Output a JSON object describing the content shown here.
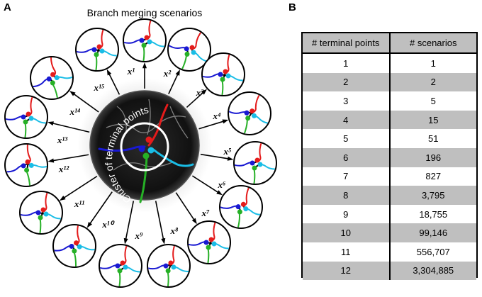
{
  "panel_a": {
    "letter": "A",
    "title": "Branch merging scenarios",
    "center_label": "Cluster of terminal points",
    "arrow_labels": [
      "x¹",
      "x²",
      "x³",
      "x⁴",
      "x⁵",
      "x⁶",
      "x⁷",
      "x⁸",
      "x⁹",
      "x¹⁰",
      "x¹¹",
      "x¹²",
      "x¹³",
      "x¹⁴",
      "x¹⁵"
    ],
    "branch_colors": {
      "red": "#e41b1b",
      "blue": "#1919d2",
      "green": "#26b026",
      "cyan": "#19bde6",
      "merge": "#000000"
    }
  },
  "panel_b": {
    "letter": "B",
    "headers": [
      "# terminal points",
      "# scenarios"
    ],
    "rows": [
      [
        "1",
        "1"
      ],
      [
        "2",
        "2"
      ],
      [
        "3",
        "5"
      ],
      [
        "4",
        "15"
      ],
      [
        "5",
        "51"
      ],
      [
        "6",
        "196"
      ],
      [
        "7",
        "827"
      ],
      [
        "8",
        "3,795"
      ],
      [
        "9",
        "18,755"
      ],
      [
        "10",
        "99,146"
      ],
      [
        "11",
        "556,707"
      ],
      [
        "12",
        "3,304,885"
      ]
    ]
  }
}
